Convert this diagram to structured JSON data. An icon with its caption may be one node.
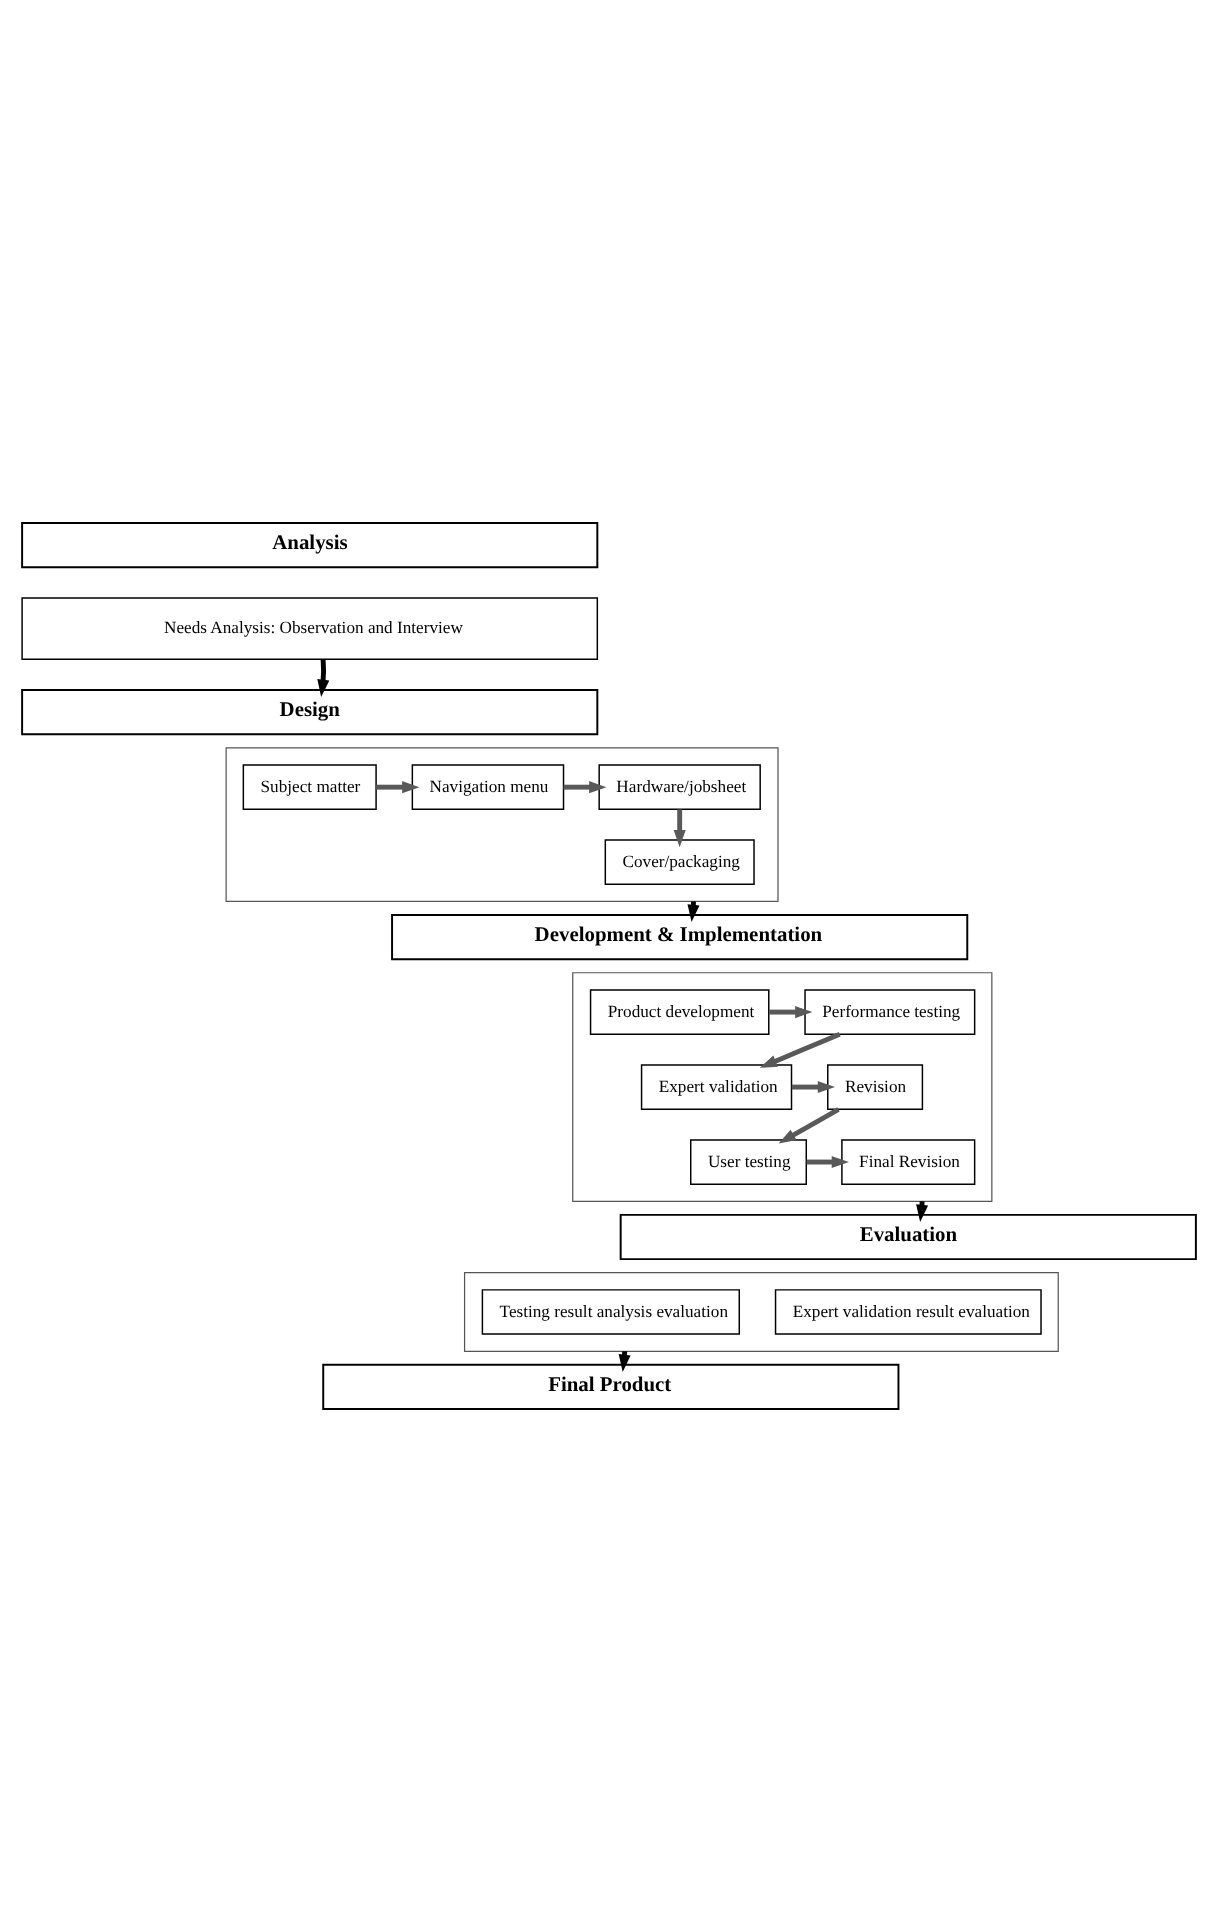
{
  "diagram": {
    "nodes": [
      {
        "text": [
          "Analysis"
        ]
      },
      {
        "text": [
          "Needs Analysis: Observation and Interview"
        ]
      },
      {
        "text": [
          "Design"
        ]
      },
      {
        "text": [],
        "shape": "box"
      },
      {
        "text": [
          "Subject matter"
        ],
        "in": 3
      },
      {
        "text": [
          "Navigation menu"
        ],
        "in": 3
      },
      {
        "text": [
          "Hardware/jobsheet"
        ],
        "in": 3
      },
      {
        "text": [
          "Cover/packaging"
        ],
        "in": 3
      },
      {
        "text": [
          "Development & Implementation"
        ]
      },
      {
        "text": [],
        "shape": "box"
      },
      {
        "text": [
          "Product development"
        ],
        "in": 9
      },
      {
        "text": [
          "Performance testing"
        ],
        "in": 9
      },
      {
        "text": [
          "Expert validation"
        ],
        "in": 9
      },
      {
        "text": [
          "Revision"
        ],
        "in": 9
      },
      {
        "text": [
          "User testing"
        ],
        "in": 9
      },
      {
        "text": [
          "Final Revision"
        ],
        "in": 9
      },
      {
        "text": [
          "Evaluation"
        ]
      },
      {
        "text": [],
        "shape": "box"
      },
      {
        "text": [
          "Expert validation result evaluation"
        ],
        "in": 17
      },
      {
        "text": [
          "Testing result analysis evaluation"
        ],
        "in": 17
      },
      {
        "text": [
          "Final Product"
        ]
      }
    ],
    "edges": [
      {
        "from": 1,
        "to": 2,
        "arrow": "to",
        "color": "#000000"
      },
      {
        "from": 4,
        "to": 5,
        "arrow": "to"
      },
      {
        "from": 5,
        "to": 6,
        "arrow": "to"
      },
      {
        "from": 6,
        "to": 7,
        "arrow": "to"
      },
      {
        "from": 3,
        "to": 8,
        "arrow": "to",
        "color": "#000000"
      },
      {
        "from": 10,
        "to": 11,
        "arrow": "to"
      },
      {
        "from": 11,
        "to": 12,
        "arrow": "to"
      },
      {
        "from": 12,
        "to": 13,
        "arrow": "to"
      },
      {
        "from": 13,
        "to": 14,
        "arrow": "to"
      },
      {
        "from": 14,
        "to": 15,
        "arrow": "to"
      },
      {
        "from": 9,
        "to": 16,
        "arrow": "to",
        "color": "#000000"
      },
      {
        "from": 17,
        "to": 20,
        "arrow": "to",
        "color": "#000000"
      }
    ]
  }
}
